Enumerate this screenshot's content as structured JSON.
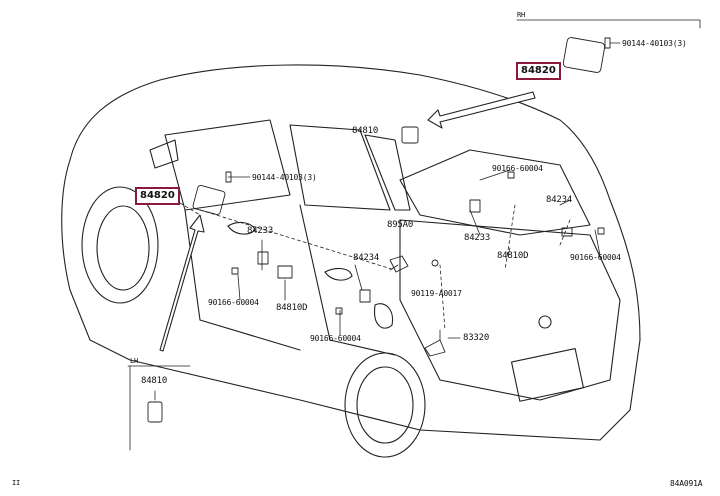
{
  "diagram": {
    "callouts_highlighted": [
      "84820",
      "84820"
    ],
    "labels": {
      "rh_header": "RH",
      "lh_header": "LH",
      "p_84810_top": "84810",
      "p_90144_right": "90144-40103(3)",
      "p_90144_left": "90144-40103(3)",
      "p_90166_a": "90166-60004",
      "p_84234_right": "84234",
      "p_895a0": "895A0",
      "p_84233_mid": "84233",
      "p_84810d_right": "84810D",
      "p_90166_b": "90166-60004",
      "p_84233_left": "84233",
      "p_84234_mid": "84234",
      "p_90119": "90119-A0017",
      "p_90166_c": "90166-60004",
      "p_84810d_left": "84810D",
      "p_90166_d": "90166-60004",
      "p_83320": "83320",
      "p_84810_lh": "84810",
      "footer_left": "II",
      "footer_right": "84A091A"
    }
  }
}
